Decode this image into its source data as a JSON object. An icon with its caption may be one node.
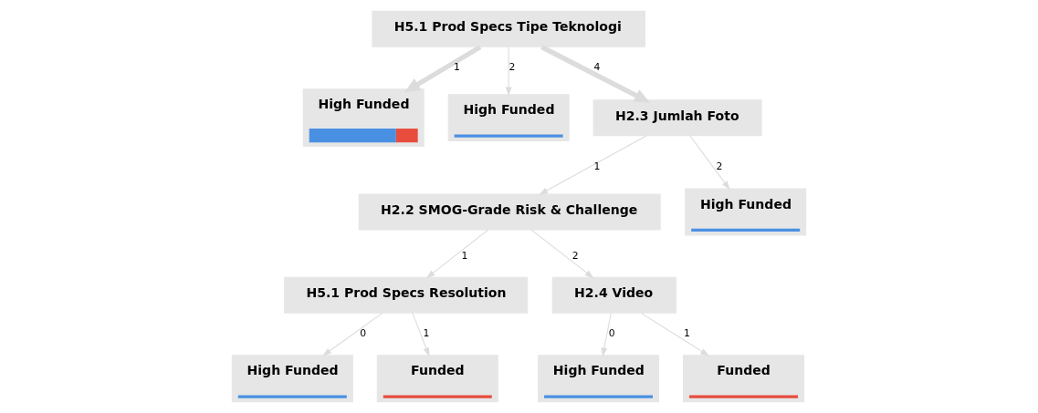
{
  "diagram": {
    "nodes": [
      {
        "text": [
          "H5.1 Prod Specs Tipe Teknologi"
        ]
      },
      {
        "text": [
          "High Funded"
        ]
      },
      {
        "text": [
          "High Funded"
        ]
      },
      {
        "text": [
          "H2.3 Jumlah Foto"
        ]
      },
      {
        "text": [
          "H2.2 SMOG-Grade Risk & Challenge"
        ]
      },
      {
        "text": [
          "High Funded"
        ]
      },
      {
        "text": [
          "H5.1 Prod Specs Resolution"
        ]
      },
      {
        "text": [
          "H2.4 Video"
        ]
      },
      {
        "text": [
          "High Funded"
        ]
      },
      {
        "text": [
          "Funded"
        ]
      },
      {
        "text": [
          "High Funded"
        ]
      },
      {
        "text": [
          "Funded"
        ]
      }
    ],
    "edges": [
      {
        "from": 0,
        "to": 1,
        "arrow": "to",
        "label": "1",
        "style": "thick"
      },
      {
        "from": 0,
        "to": 2,
        "arrow": "to",
        "label": "2"
      },
      {
        "from": 0,
        "to": 3,
        "arrow": "to",
        "label": "4",
        "style": "thick"
      },
      {
        "from": 3,
        "to": 4,
        "arrow": "to",
        "label": "1"
      },
      {
        "from": 3,
        "to": 5,
        "arrow": "to",
        "label": "2"
      },
      {
        "from": 4,
        "to": 6,
        "arrow": "to",
        "label": "1"
      },
      {
        "from": 4,
        "to": 7,
        "arrow": "to",
        "label": "2"
      },
      {
        "from": 6,
        "to": 8,
        "arrow": "to",
        "label": "0"
      },
      {
        "from": 6,
        "to": 9,
        "arrow": "to",
        "label": "1"
      },
      {
        "from": 7,
        "to": 10,
        "arrow": "to",
        "label": "0"
      },
      {
        "from": 7,
        "to": 11,
        "arrow": "to",
        "label": "1"
      }
    ]
  }
}
